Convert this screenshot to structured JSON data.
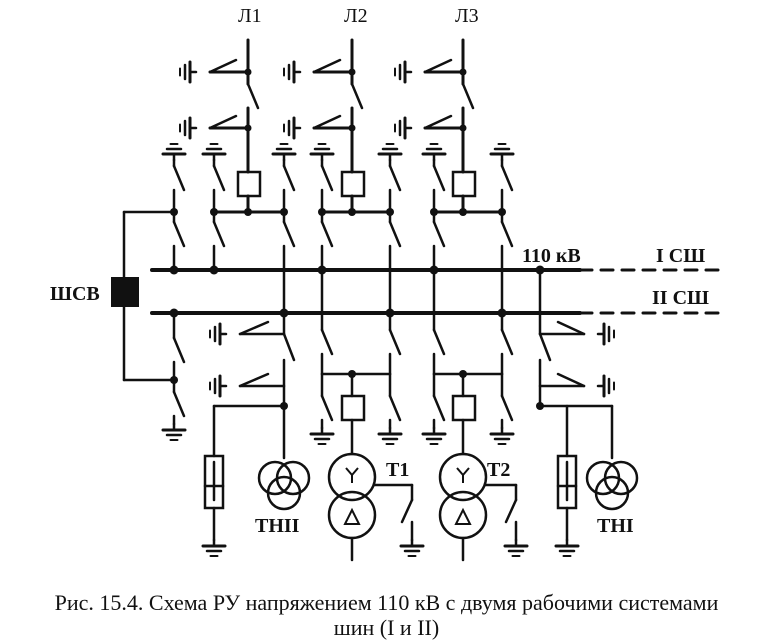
{
  "diagram": {
    "lines": [
      "Л1",
      "Л2",
      "Л3"
    ],
    "bus_voltage": "110 кВ",
    "bus1_label": "I СШ",
    "bus2_label": "II СШ",
    "coupler_label": "ШСВ",
    "transformers": [
      "Т1",
      "Т2"
    ],
    "vt_labels": [
      "ТНII",
      "ТНI"
    ]
  },
  "caption": {
    "line1": "Рис. 15.4. Схема РУ напряжением 110 кВ с двумя рабочими системами",
    "line2": "шин (I и II)"
  },
  "colors": {
    "ink": "#111111",
    "background": "#ffffff"
  }
}
